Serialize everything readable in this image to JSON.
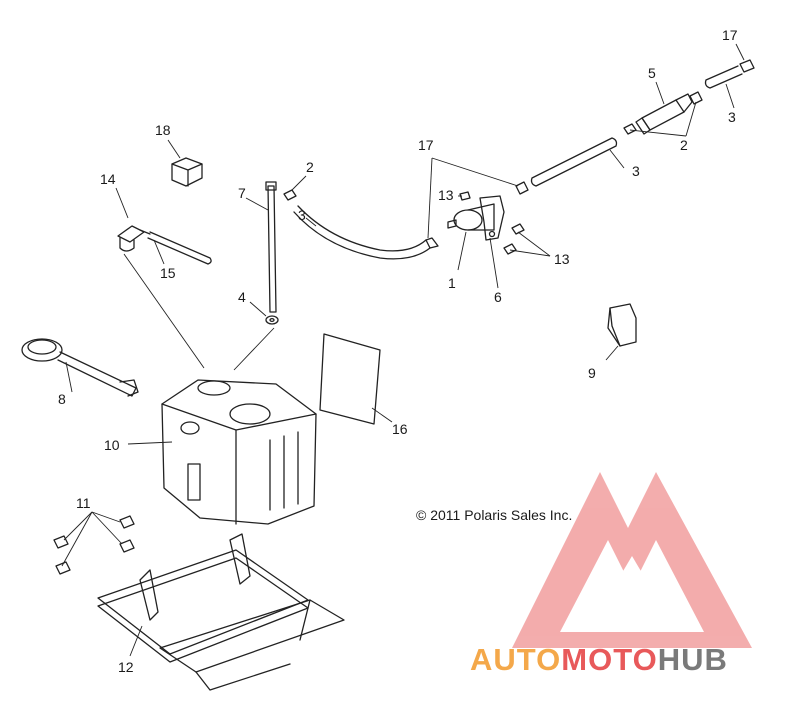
{
  "callouts": {
    "c1": "1",
    "c2a": "2",
    "c2b": "2",
    "c3a": "3",
    "c3b": "3",
    "c3c": "3",
    "c4": "4",
    "c5": "5",
    "c6": "6",
    "c7": "7",
    "c8": "8",
    "c9": "9",
    "c10": "10",
    "c11": "11",
    "c12": "12",
    "c13a": "13",
    "c13b": "13",
    "c14": "14",
    "c15": "15",
    "c16": "16",
    "c17a": "17",
    "c17b": "17",
    "c18": "18"
  },
  "copyright": "© 2011  Polaris Sales Inc.",
  "watermark": {
    "part1": "AUTO",
    "part2": "MOTO",
    "part3": "HUB",
    "color_orange": "#f4a84a",
    "color_red": "#e8595a",
    "color_gray": "#7a7a7a"
  }
}
